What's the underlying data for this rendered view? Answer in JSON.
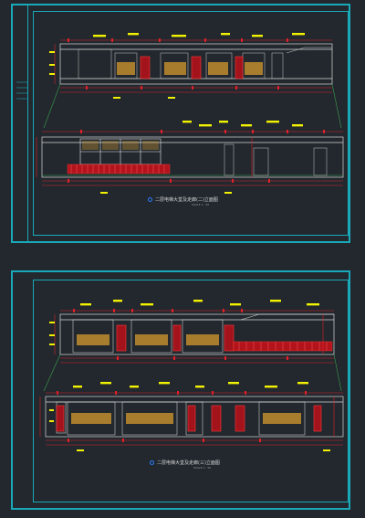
{
  "sheets": [
    {
      "title": "二层电梯大堂及走廊(二)立面图",
      "scale_note": "SCALE 1 : 50"
    },
    {
      "title": "二层电梯大堂及走廊(三)立面图",
      "scale_note": "SCALE 1 : 50"
    }
  ],
  "colors": {
    "background": "#22282e",
    "frame": "#1aa9b8",
    "outline": "#d8d8d8",
    "dimension": "#e0202a",
    "label": "#f2f200",
    "hatch": "#c81e1e",
    "grid": "#3fa34d",
    "ornament": "#d6a23a"
  },
  "icons": [
    "section-marker-icon"
  ]
}
